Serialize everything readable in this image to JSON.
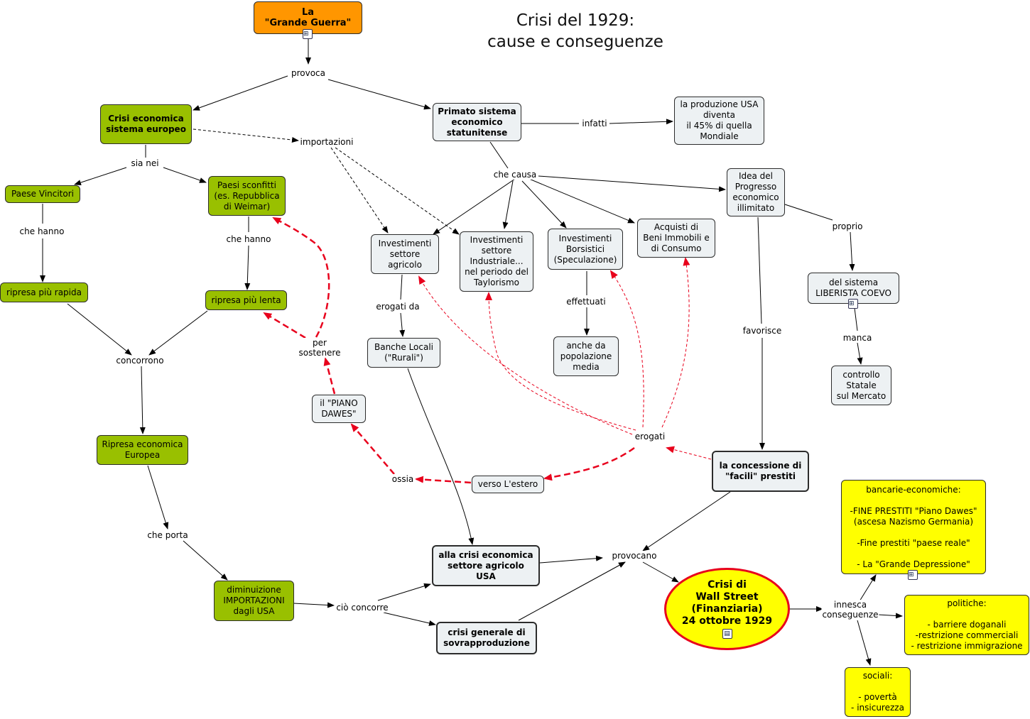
{
  "title": "Crisi del 1929:\ncause e conseguenze",
  "nodes": {
    "grande_guerra": "La\n\"Grande Guerra\"",
    "crisi_europeo": "Crisi economica\nsistema europeo",
    "primato": "Primato sistema\neconomico\nstatunitense",
    "produzione": "la produzione USA\ndiventa\nil 45% di quella\nMondiale",
    "vincitori": "Paese Vincitori",
    "sconfitti": "Paesi sconfitti\n(es. Repubblica\ndi Weimar)",
    "idea": "Idea del\nProgresso\neconomico\nillimitato",
    "inv_agricolo": "Investimenti\nsettore\nagricolo",
    "inv_industriale": "Investimenti\nsettore\nIndustriale...\nnel periodo del\nTaylorismo",
    "inv_borsistici": "Investimenti\nBorsistici\n(Speculazione)",
    "acquisti": "Acquisti di\nBeni Immobili e\ndi Consumo",
    "liberista": "del sistema\nLIBERISTA COEVO",
    "ripresa_rapida": "ripresa più rapida",
    "ripresa_lenta": "ripresa più lenta",
    "banche": "Banche Locali\n(\"Rurali\")",
    "popolazione": "anche da\npopolazione\nmedia",
    "controllo": "controllo\nStatale\nsul Mercato",
    "piano_dawes": "il \"PIANO\nDAWES\"",
    "ripresa_europea": "Ripresa economica\nEuropea",
    "concessione": "la concessione di\n\"facili\" prestiti",
    "bancarie": "bancarie-economiche:\n\n-FINE PRESTITI \"Piano Dawes\"\n(ascesa Nazismo Germania)\n\n-Fine prestiti \"paese reale\"\n\n- La \"Grande Depressione\"",
    "estero": "verso L'estero",
    "crisi_agricolo": "alla crisi economica\nsettore agricolo\nUSA",
    "diminuzione": "diminuizione\nIMPORTAZIONI\ndagli USA",
    "wall_street": "Crisi di\nWall Street\n(Finanziaria)\n24 ottobre 1929",
    "politiche": "politiche:\n\n- barriere doganali\n-restrizione commerciali\n- restrizione immigrazione",
    "sovrapproduzione": "crisi generale di\nsovrapproduzione",
    "sociali": "sociali:\n\n- povertà\n- insicurezza"
  },
  "labels": {
    "provoca": "provoca",
    "infatti": "infatti",
    "importazioni": "importazioni",
    "sia_nei": "sia nei",
    "che_causa": "che causa",
    "proprio": "proprio",
    "che_hanno_1": "che hanno",
    "che_hanno_2": "che hanno",
    "erogati_da": "erogati da",
    "effettuati": "effettuati",
    "favorisce": "favorisce",
    "manca": "manca",
    "per_sostenere": "per\nsostenere",
    "concorrono": "concorrono",
    "erogati": "erogati",
    "ossia": "ossia",
    "che_porta": "che porta",
    "provocano": "provocano",
    "cio_concorre": "ciò concorre",
    "innesca": "innesca\nconseguenze"
  },
  "colors": {
    "green": "#99c000",
    "orange": "#ff9600",
    "yellow": "#ffff00",
    "gray": "#edf1f3",
    "red": "#e8001c"
  },
  "icons": [
    "submap-icon",
    "document-icon"
  ]
}
